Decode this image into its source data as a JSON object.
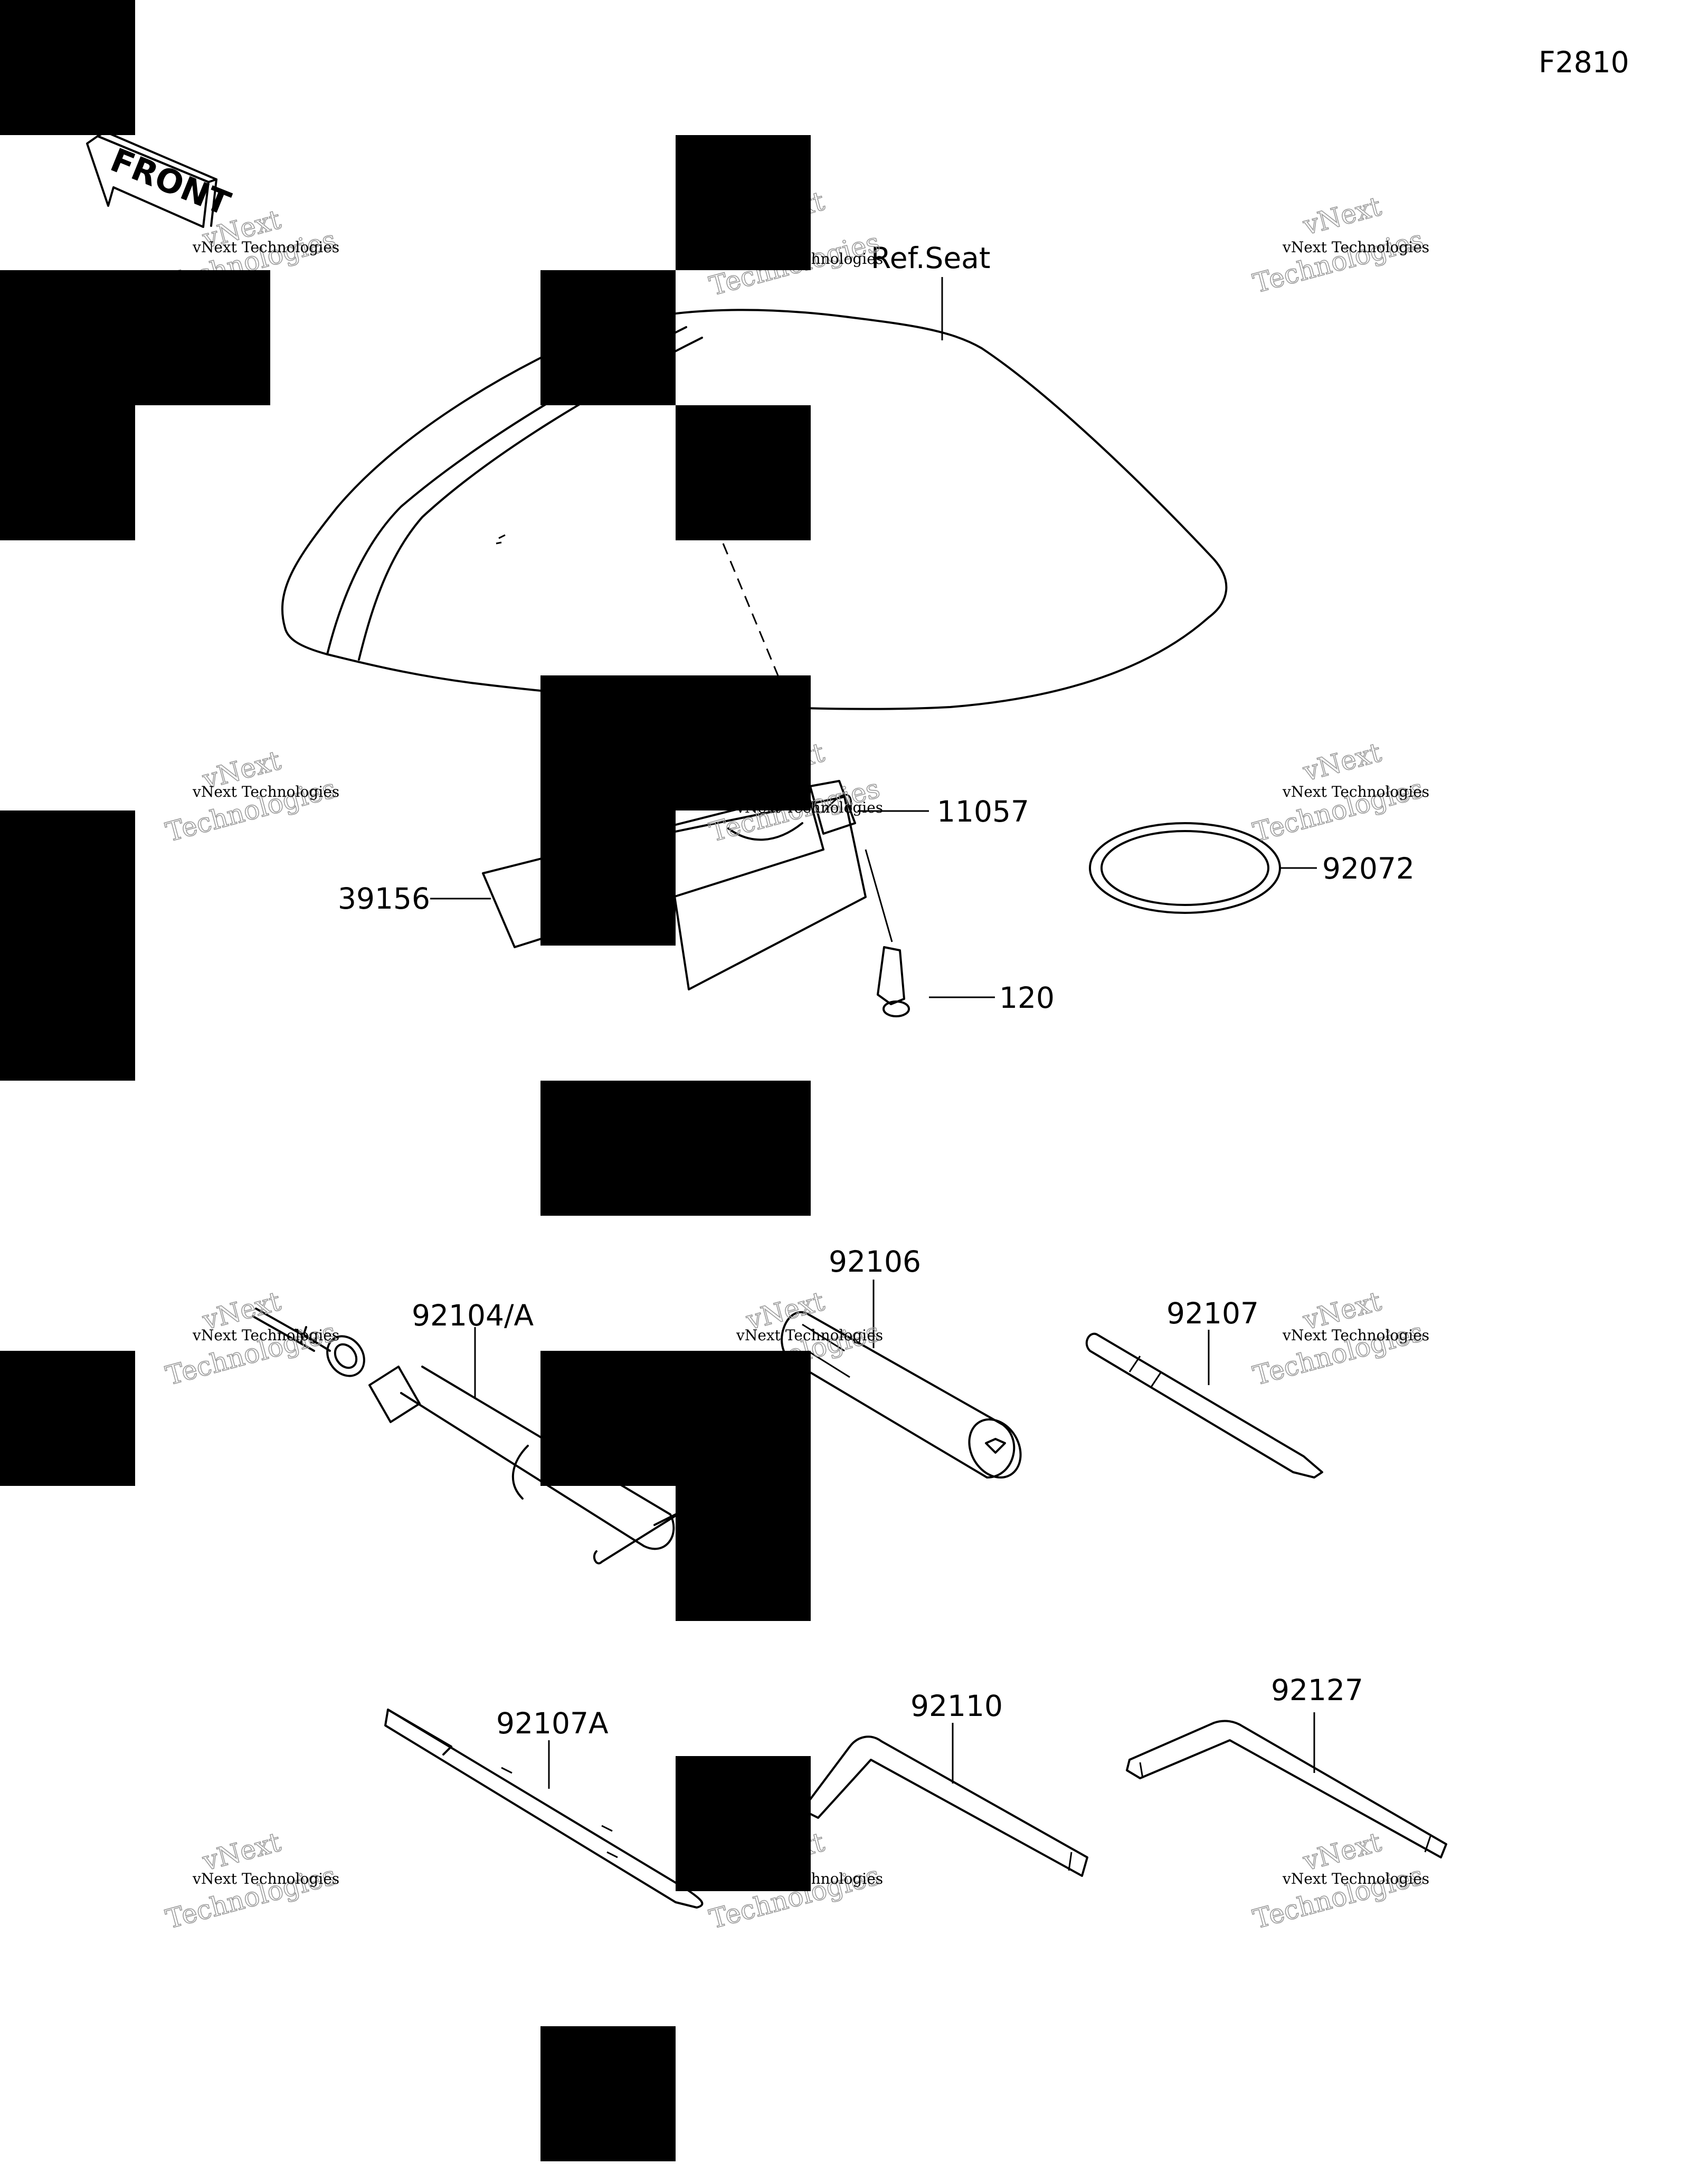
{
  "diagram_code": "F2810",
  "front_arrow_text": "FRONT",
  "ref_label": "Ref.Seat",
  "part_labels": {
    "p11057": "11057",
    "p39156": "39156",
    "p92072": "92072",
    "p120": "120",
    "p92104a": "92104/A",
    "p92106": "92106",
    "p92107": "92107",
    "p92107a": "92107A",
    "p92110": "92110",
    "p92127": "92127"
  },
  "watermark": {
    "line1": "vNext Technologies",
    "line2": "vNext",
    "line3": "Technologies"
  },
  "colors": {
    "line": "#000000",
    "background": "#ffffff",
    "watermark_outline": "#9a9a9a"
  }
}
